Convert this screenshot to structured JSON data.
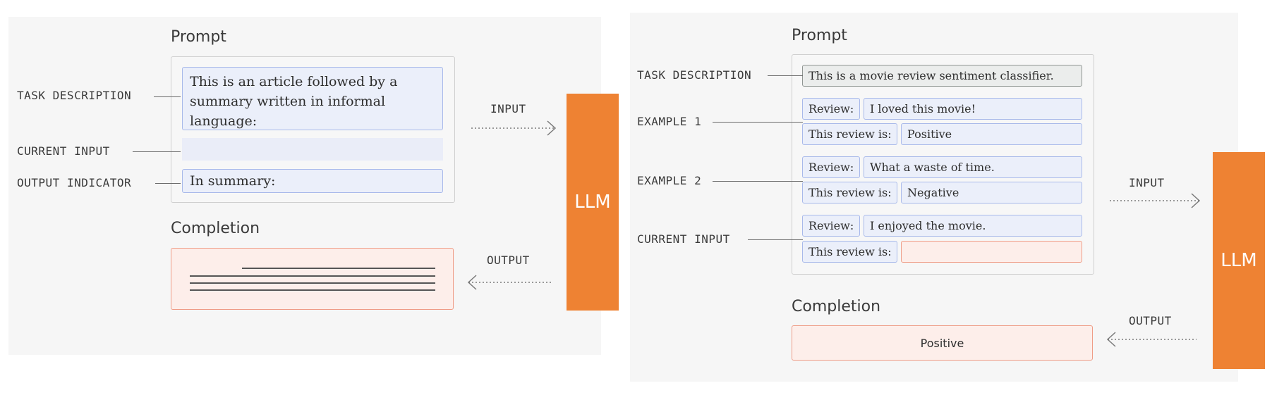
{
  "left": {
    "prompt_title": "Prompt",
    "completion_title": "Completion",
    "labels": {
      "task_description": "TASK DESCRIPTION",
      "current_input": "CURRENT INPUT",
      "output_indicator": "OUTPUT INDICATOR"
    },
    "task_text": "This is an article followed by a summary written in informal language:",
    "output_indicator_text": "In summary:",
    "input_label": "INPUT",
    "output_label": "OUTPUT",
    "llm": "LLM"
  },
  "right": {
    "prompt_title": "Prompt",
    "completion_title": "Completion",
    "labels": {
      "task_description": "TASK DESCRIPTION",
      "example1": "EXAMPLE 1",
      "example2": "EXAMPLE 2",
      "current_input": "CURRENT INPUT"
    },
    "task_text": "This is a movie review sentiment classifier.",
    "review_key": "Review:",
    "review_is_key": "This review is:",
    "example1_review": "I loved this movie!",
    "example1_result": "Positive",
    "example2_review": "What a waste of time.",
    "example2_result": "Negative",
    "current_review": "I enjoyed the movie.",
    "completion_text": "Positive",
    "input_label": "INPUT",
    "output_label": "OUTPUT",
    "llm": "LLM"
  },
  "colors": {
    "llm": "#ee8233",
    "prompt_box_fill": "#ebeffa",
    "prompt_box_border": "#a8b9ea",
    "completion_fill": "#fdeeea",
    "completion_border": "#ef9c86",
    "task_box_fill": "#ebedec"
  }
}
